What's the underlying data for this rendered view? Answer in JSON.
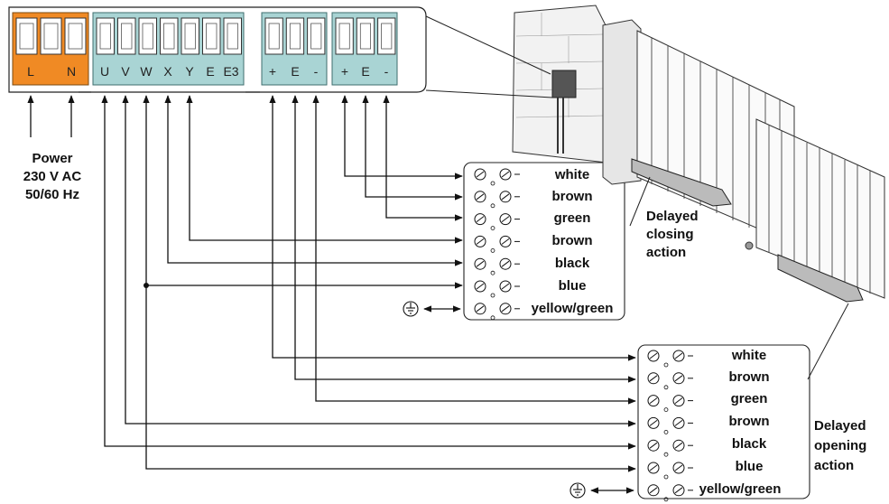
{
  "power_block": {
    "terminals": [
      "L",
      "N"
    ],
    "color": "#f08a24"
  },
  "motor_block": {
    "terminals": [
      "U",
      "V",
      "W",
      "X",
      "Y",
      "E",
      "E3"
    ],
    "color": "#a9d4d4"
  },
  "encoder_block_1": {
    "terminals": [
      "+",
      "E",
      "-"
    ],
    "color": "#a9d4d4"
  },
  "encoder_block_2": {
    "terminals": [
      "+",
      "E",
      "-"
    ],
    "color": "#a9d4d4"
  },
  "power_label": {
    "line1": "Power",
    "line2": "230 V AC",
    "line3": "50/60 Hz"
  },
  "closing_motor": {
    "wires": [
      "white",
      "brown",
      "green",
      "brown",
      "black",
      "blue",
      "yellow/green"
    ],
    "label_line1": "Delayed",
    "label_line2": "closing",
    "label_line3": "action"
  },
  "opening_motor": {
    "wires": [
      "white",
      "brown",
      "green",
      "brown",
      "black",
      "blue",
      "yellow/green"
    ],
    "label_line1": "Delayed",
    "label_line2": "opening",
    "label_line3": "action"
  },
  "icons": {
    "ground": "ground-icon",
    "gate": "gate-illustration"
  }
}
